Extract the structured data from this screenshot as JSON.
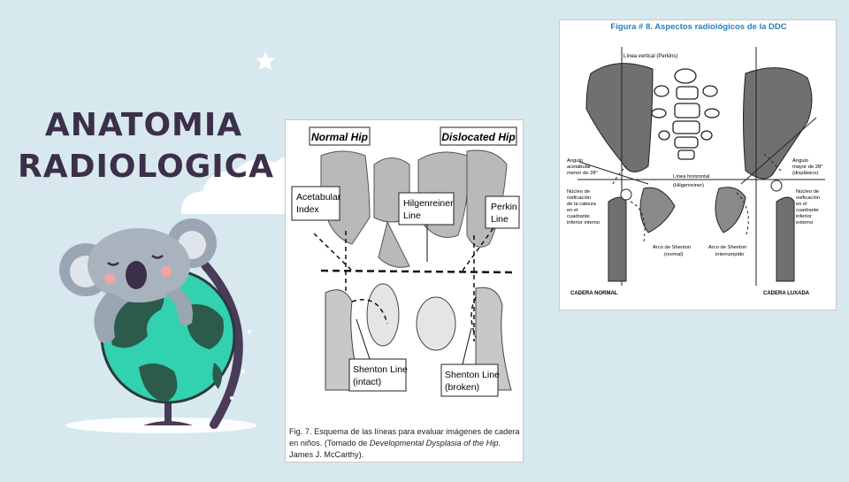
{
  "slide": {
    "title_line1": "ANATOMIA",
    "title_line2": "RADIOLOGICA"
  },
  "figure7": {
    "label_normal": "Normal Hip",
    "label_dislocated": "Dislocated Hip",
    "label_acetabular_1": "Acetabular",
    "label_acetabular_2": "Index",
    "label_hilgenreiner_1": "Hilgenreiner",
    "label_hilgenreiner_2": "Line",
    "label_perkin_1": "Perkin",
    "label_perkin_2": "Line",
    "label_shenton_intact_1": "Shenton Line",
    "label_shenton_intact_2": "(intact)",
    "label_shenton_broken_1": "Shenton Line",
    "label_shenton_broken_2": "(broken)",
    "caption_line1": "Fig. 7. Esquema de las líneas para evaluar imágenes de cadera",
    "caption_line2_pre": "en niños.  (Tomado de ",
    "caption_line2_italic": "Developmental Dysplasia of the Hip",
    "caption_line2_post": ".",
    "caption_line3": "James J. McCarthy)."
  },
  "figure8": {
    "title": "Figura # 8. Aspectos radiológicos de la DDC",
    "label_vertical": "Línea vertical (Perkins)",
    "label_ang_menor_1": "Angulo",
    "label_ang_menor_2": "acetabular",
    "label_ang_menor_3": "menor de 28°",
    "label_ang_mayor_1": "Angulo",
    "label_ang_mayor_2": "mayor de 28°",
    "label_ang_mayor_3": "(displásico)",
    "label_horizontal_1": "Línea horizontal",
    "label_horizontal_2": "(Hilgenreiner)",
    "label_nucleo_l": [
      "Núcleo de",
      "osificación",
      "de la cabeza",
      "en el",
      "cuadrante",
      "inferior interno"
    ],
    "label_nucleo_r": [
      "Núcleo de",
      "osificación",
      "en el",
      "cuadrante",
      "inferior",
      "externo"
    ],
    "label_arco_normal_1": "Arco de Shenton",
    "label_arco_normal_2": "(normal)",
    "label_arco_int_1": "Arco de Shenton",
    "label_arco_int_2": "interrumpido",
    "label_cadera_normal": "CADERA NORMAL",
    "label_cadera_luxada": "CADERA LUXADA"
  },
  "colors": {
    "background": "#d7e9ee",
    "title": "#3c2f4a",
    "figure8_title": "#2d7fb6",
    "globe_teal": "#32d1b0",
    "globe_dark": "#2b5b4a",
    "koala_grey": "#9aa6b2"
  },
  "icons": [
    "star-icon",
    "cloud-icon",
    "koala-globe-illustration"
  ]
}
